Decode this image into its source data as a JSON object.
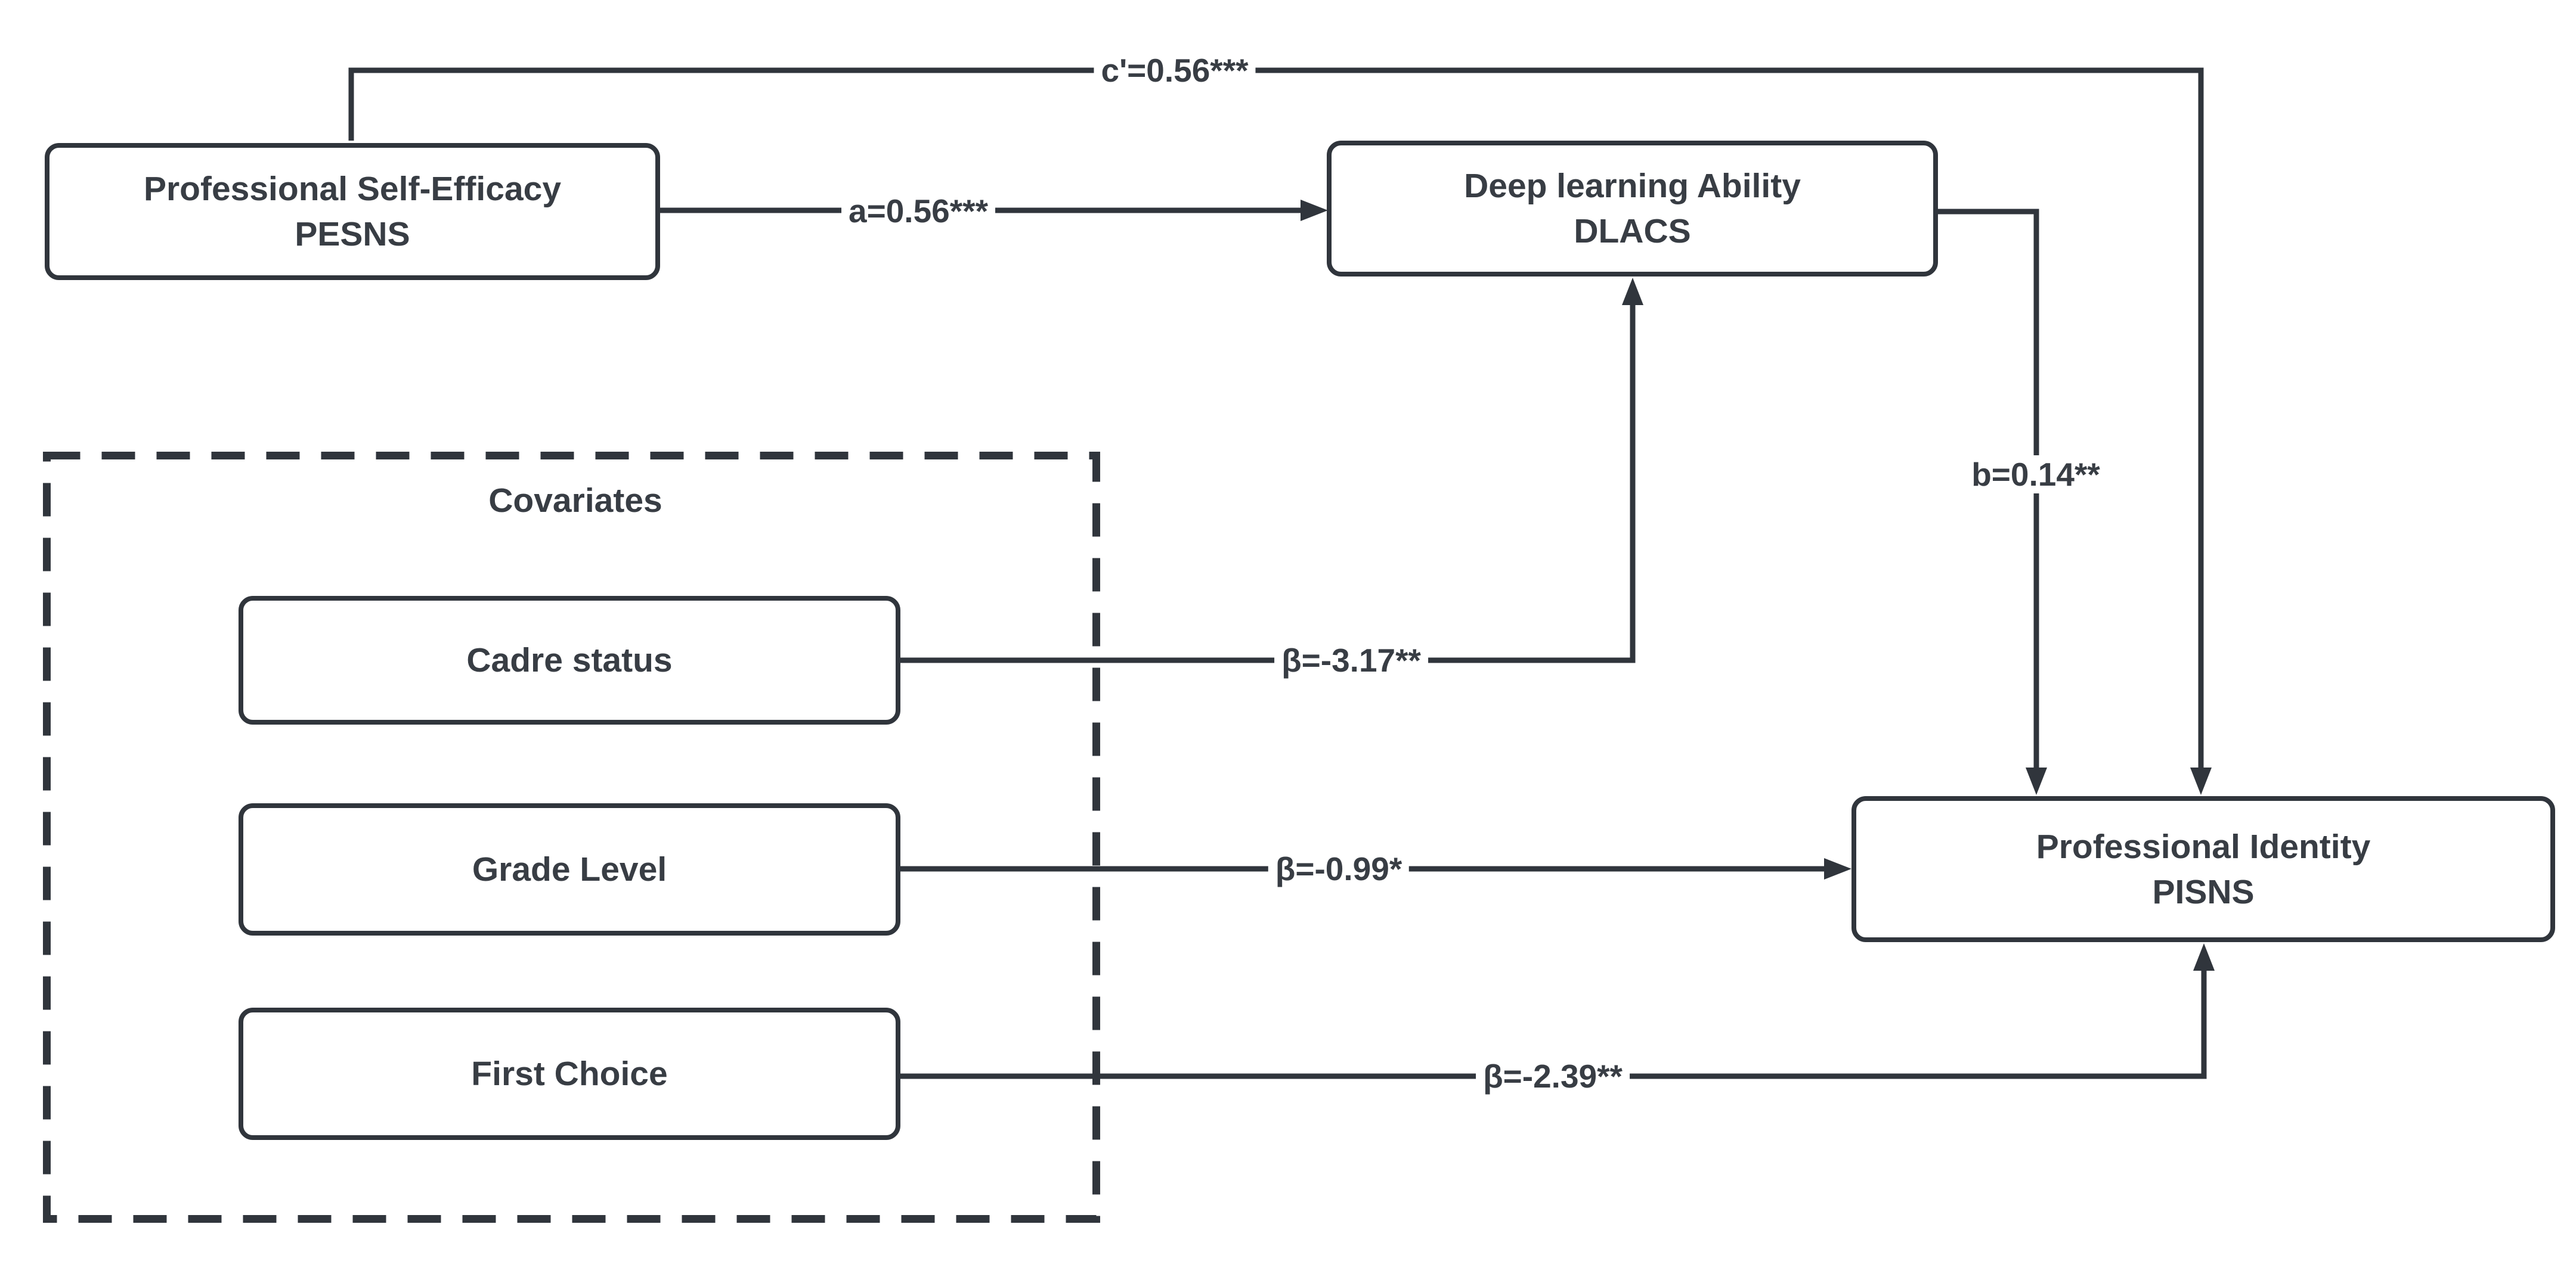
{
  "diagram": {
    "kind": "mediation-path-model",
    "nodes": {
      "pesns": {
        "title": "Professional Self-Efficacy",
        "abbr": "PESNS"
      },
      "dlacs": {
        "title": "Deep learning Ability",
        "abbr": "DLACS"
      },
      "pisns": {
        "title": "Professional Identity",
        "abbr": "PISNS"
      },
      "cadre": {
        "title": "Cadre status"
      },
      "grade": {
        "title": "Grade Level"
      },
      "first_choice": {
        "title": "First Choice"
      }
    },
    "covariates": {
      "title": "Covariates"
    },
    "edges": {
      "direct_effect": {
        "label": "c'=0.56***",
        "from": "PESNS",
        "to": "PISNS"
      },
      "path_a": {
        "label": "a=0.56***",
        "from": "PESNS",
        "to": "DLACS"
      },
      "path_b": {
        "label": "b=0.14**",
        "from": "DLACS",
        "to": "PISNS"
      },
      "cov_cadre_to_dlacs": {
        "label": "β=-3.17**",
        "from": "Cadre status",
        "to": "DLACS"
      },
      "cov_grade_to_pisns": {
        "label": "β=-0.99*",
        "from": "Grade Level",
        "to": "PISNS"
      },
      "cov_first_to_pisns": {
        "label": "β=-2.39**",
        "from": "First Choice",
        "to": "PISNS"
      }
    },
    "colors": {
      "line": "#30353c",
      "text": "#383d44",
      "background": "#ffffff"
    }
  }
}
